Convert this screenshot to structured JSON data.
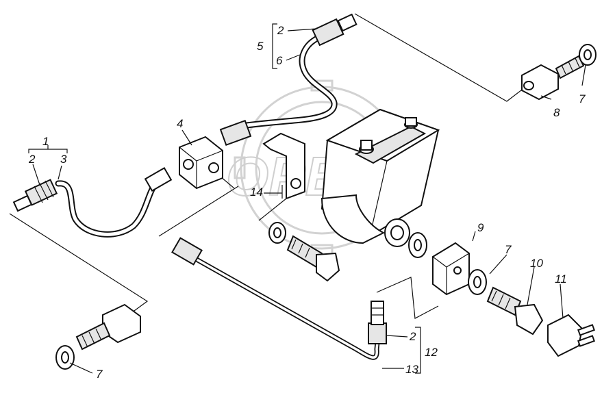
{
  "watermark": {
    "text": "OPEX"
  },
  "callouts": {
    "c1": "1",
    "c2a": "2",
    "c3": "3",
    "c4": "4",
    "c5": "5",
    "c2b": "2",
    "c6": "6",
    "c7a": "7",
    "c8": "8",
    "c14": "14",
    "c9": "9",
    "c7b": "7",
    "c10": "10",
    "c11": "11",
    "c2c": "2",
    "c12": "12",
    "c13": "13",
    "c7c": "7"
  },
  "colors": {
    "line": "#111111",
    "watermark": "#cfcfcf",
    "background": "#ffffff"
  }
}
